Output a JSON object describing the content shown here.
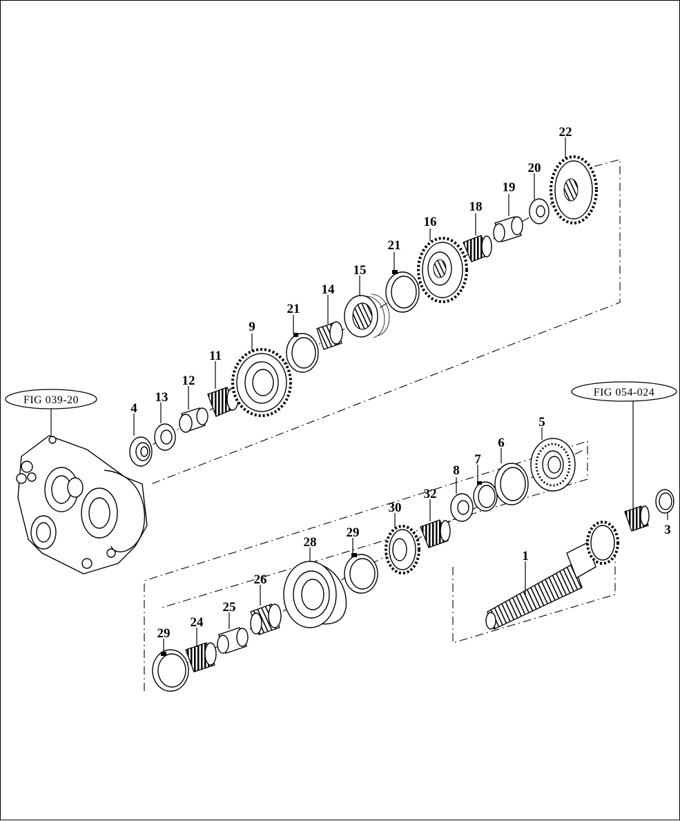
{
  "references": {
    "left": "FIG 039-20",
    "right": "FIG 054-024"
  },
  "callouts": [
    {
      "id": "c1",
      "label": "1"
    },
    {
      "id": "c3",
      "label": "3"
    },
    {
      "id": "c4",
      "label": "4"
    },
    {
      "id": "c5",
      "label": "5"
    },
    {
      "id": "c6",
      "label": "6"
    },
    {
      "id": "c7",
      "label": "7"
    },
    {
      "id": "c8",
      "label": "8"
    },
    {
      "id": "c9",
      "label": "9"
    },
    {
      "id": "c11",
      "label": "11"
    },
    {
      "id": "c12",
      "label": "12"
    },
    {
      "id": "c13",
      "label": "13"
    },
    {
      "id": "c14",
      "label": "14"
    },
    {
      "id": "c15",
      "label": "15"
    },
    {
      "id": "c16",
      "label": "16"
    },
    {
      "id": "c18",
      "label": "18"
    },
    {
      "id": "c19",
      "label": "19"
    },
    {
      "id": "c20",
      "label": "20"
    },
    {
      "id": "c21a",
      "label": "21"
    },
    {
      "id": "c21b",
      "label": "21"
    },
    {
      "id": "c22",
      "label": "22"
    },
    {
      "id": "c24",
      "label": "24"
    },
    {
      "id": "c25",
      "label": "25"
    },
    {
      "id": "c26",
      "label": "26"
    },
    {
      "id": "c28",
      "label": "28"
    },
    {
      "id": "c29a",
      "label": "29"
    },
    {
      "id": "c29b",
      "label": "29"
    },
    {
      "id": "c30",
      "label": "30"
    },
    {
      "id": "c32",
      "label": "32"
    }
  ]
}
